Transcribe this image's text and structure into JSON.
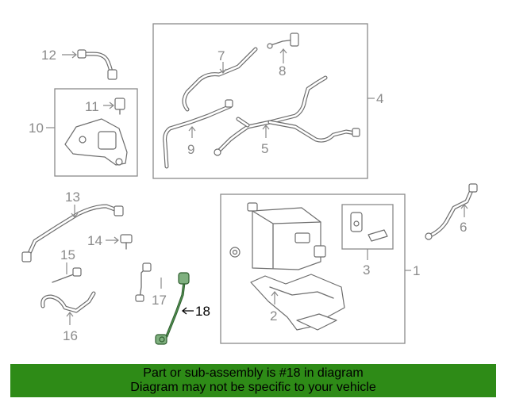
{
  "callouts": {
    "c1": "1",
    "c2": "2",
    "c3": "3",
    "c4": "4",
    "c5": "5",
    "c6": "6",
    "c7": "7",
    "c8": "8",
    "c9": "9",
    "c10": "10",
    "c11": "11",
    "c12": "12",
    "c13": "13",
    "c14": "14",
    "c15": "15",
    "c16": "16",
    "c17": "17",
    "c18": "18"
  },
  "highlighted_part": "18",
  "colors": {
    "banner": "#2e8b17",
    "highlight_part": "#4f8f4f",
    "line_art": "#6e6e6e"
  },
  "notice": {
    "line1": "Part or sub-assembly is #18 in diagram",
    "line2": "Diagram may not be specific to your vehicle"
  }
}
